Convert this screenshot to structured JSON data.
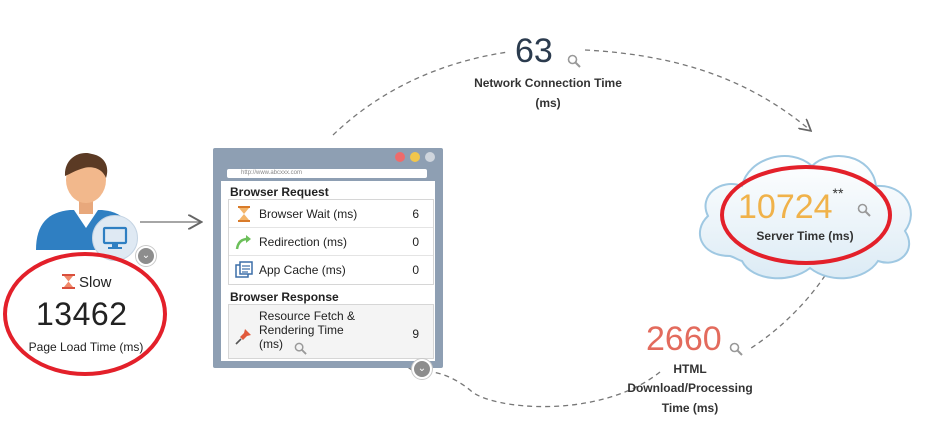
{
  "network": {
    "value": "63",
    "label_line1": "Network Connection Time",
    "label_line2": "(ms)"
  },
  "server": {
    "value": "10724",
    "suffix": "**",
    "label": "Server Time (ms)",
    "value_color": "#f0b24a"
  },
  "html": {
    "value": "2660",
    "label_line1": "HTML",
    "label_line2": "Download/Processing",
    "label_line3": "Time (ms)",
    "value_color": "#e36b5d"
  },
  "page_load": {
    "status": "Slow",
    "value": "13462",
    "label": "Page Load Time (ms)"
  },
  "browser": {
    "url": "http://www.abcxxx.com",
    "request_title": "Browser Request",
    "request_rows": [
      {
        "name": "Browser Wait (ms)",
        "value": "6",
        "icon": "hourglass-icon"
      },
      {
        "name": "Redirection (ms)",
        "value": "0",
        "icon": "redirect-arrow-icon"
      },
      {
        "name": "App Cache (ms)",
        "value": "0",
        "icon": "app-cache-icon"
      }
    ],
    "response_title": "Browser Response",
    "response_row": {
      "name_line1": "Resource Fetch &",
      "name_line2": "Rendering Time",
      "name_line3": "(ms)",
      "value": "9",
      "icon": "pin-icon"
    }
  },
  "colors": {
    "highlight_ring": "#e3202a",
    "browser_frame": "#8e9fb3",
    "dashed_line": "#777777"
  }
}
